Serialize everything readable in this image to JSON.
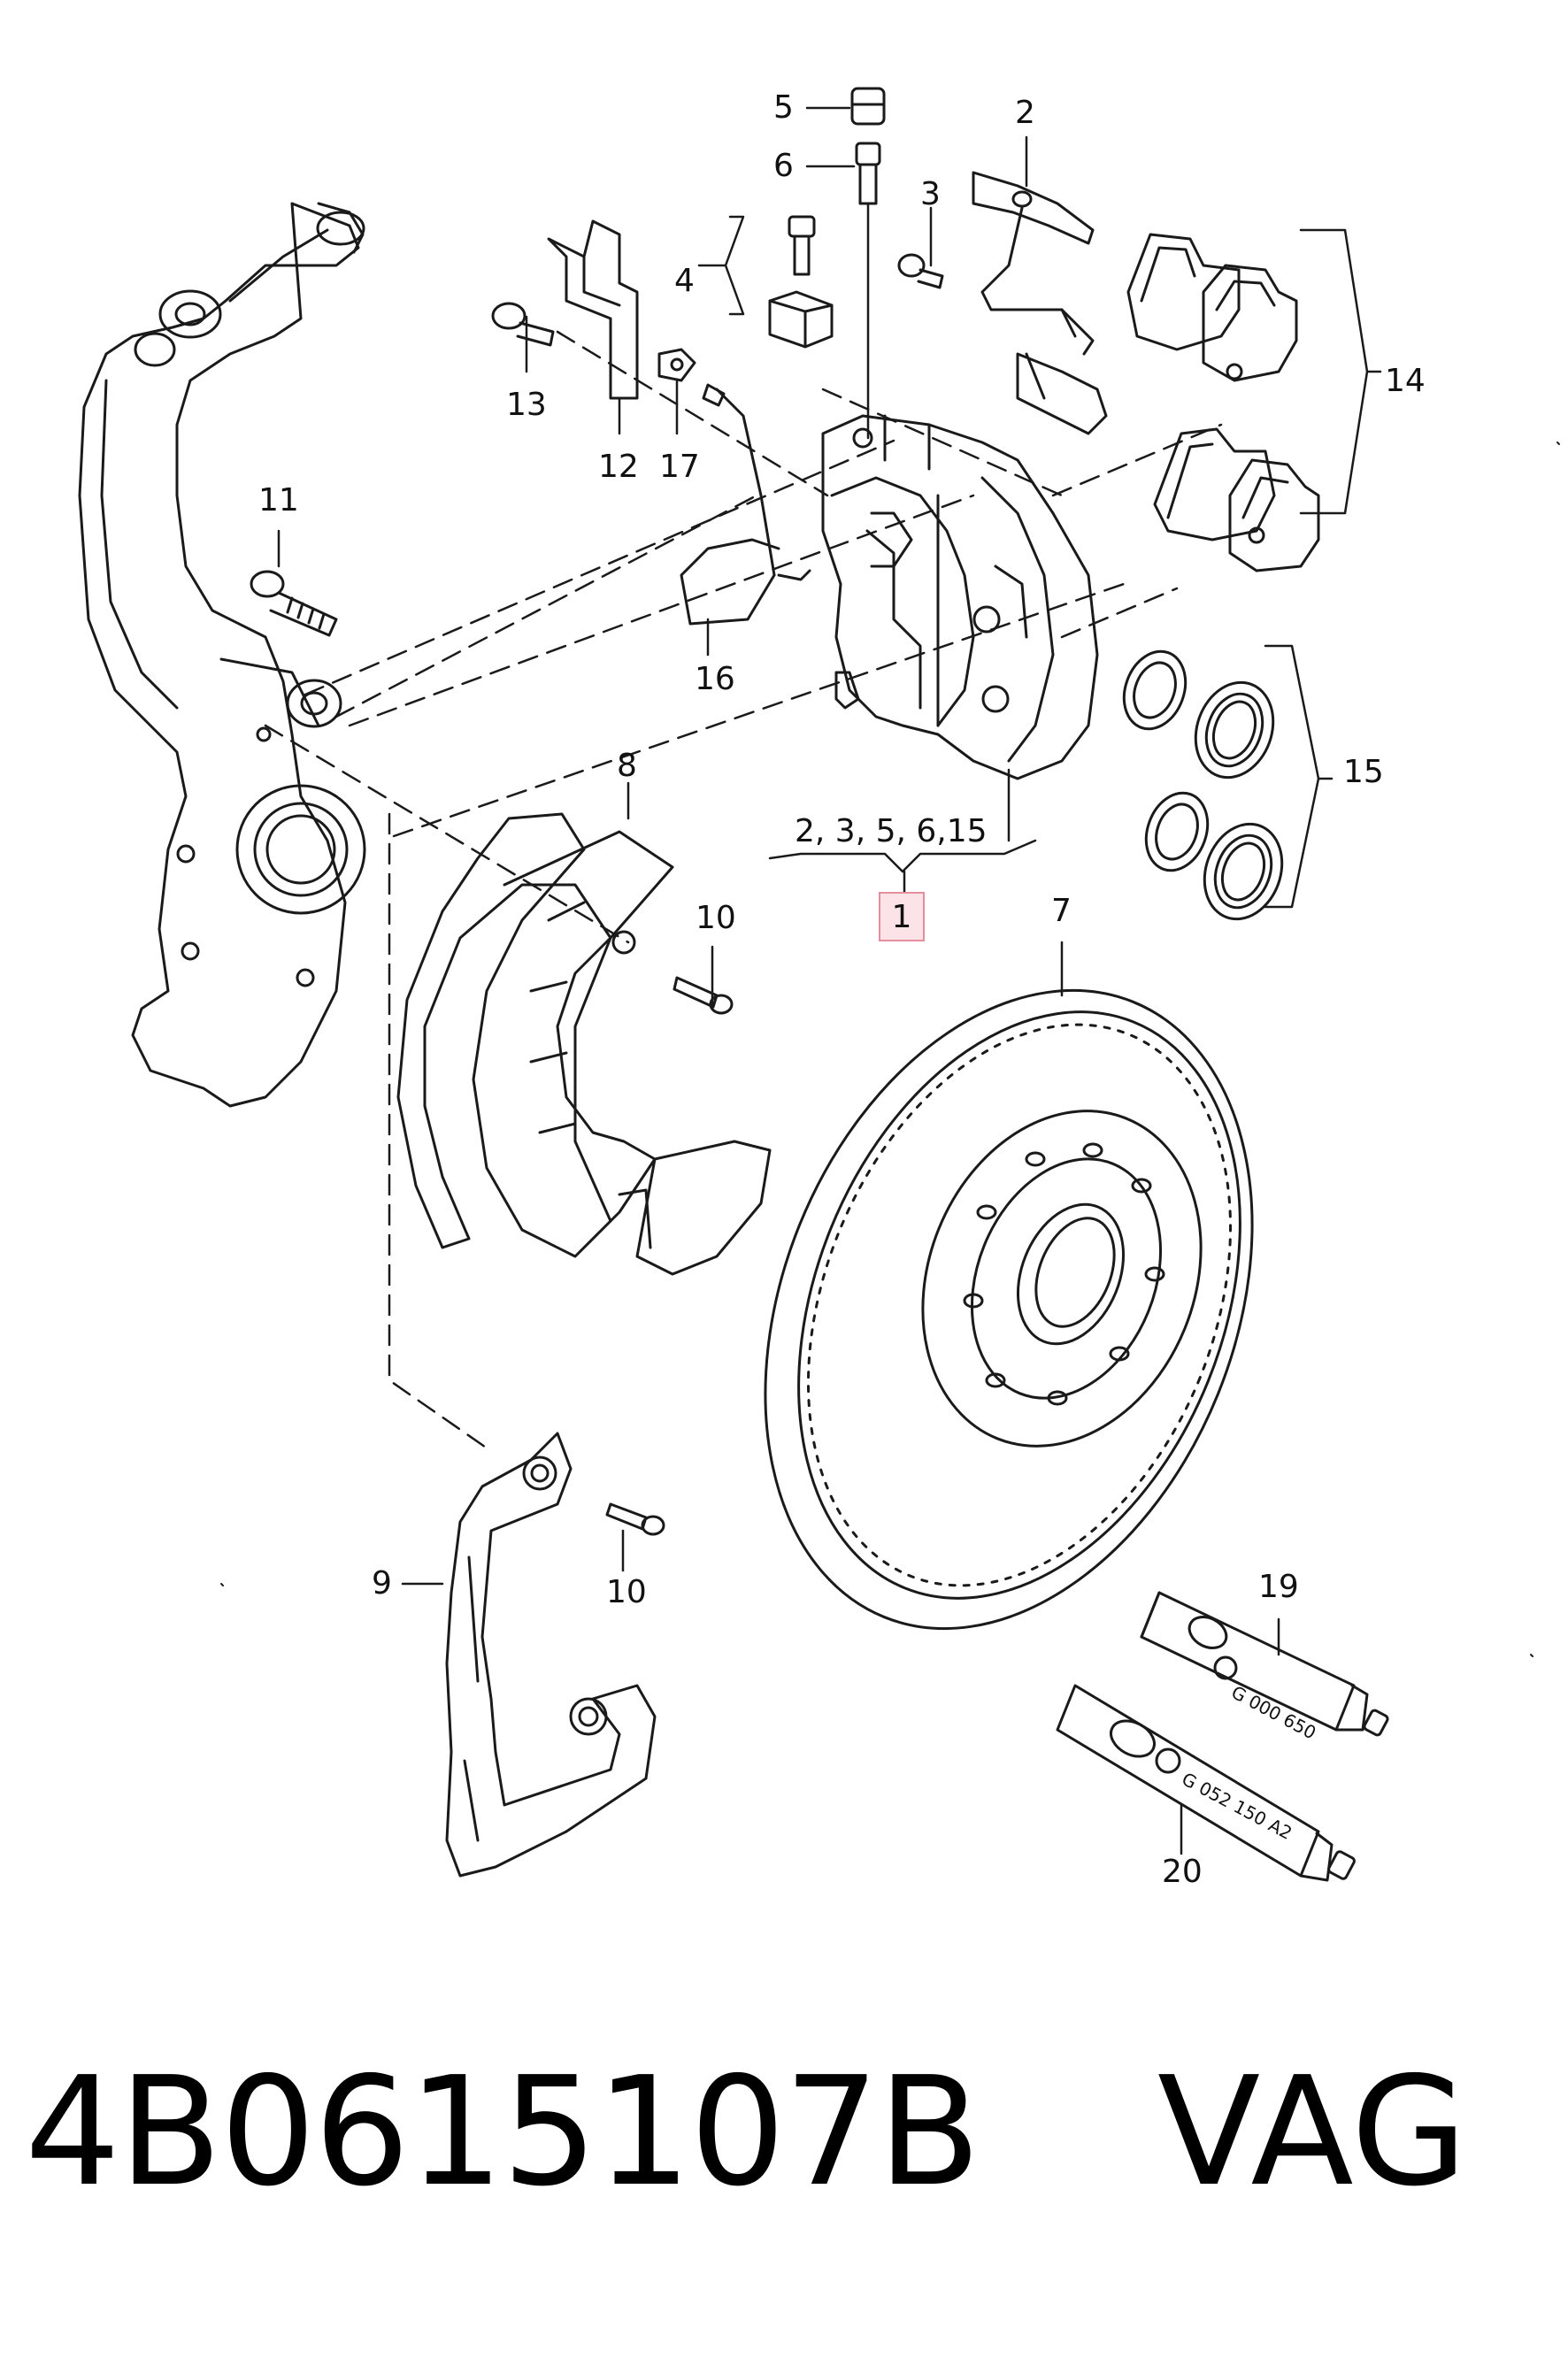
{
  "callouts": {
    "c1": "1",
    "c2": "2",
    "c3": "3",
    "c4": "4",
    "c5": "5",
    "c6": "6",
    "c7": "7",
    "c8": "8",
    "c9": "9",
    "c10a": "10",
    "c10b": "10",
    "c11": "11",
    "c12": "12",
    "c13": "13",
    "c14": "14",
    "c15": "15",
    "c16": "16",
    "c17": "17",
    "c19": "19",
    "c20": "20",
    "group": "2, 3, 5, 6,15"
  },
  "tube_labels": {
    "t19": "G 000 650",
    "t20": "G 052 150 A2"
  },
  "footer": {
    "part_number": "4B0615107B",
    "brand": "VAG"
  },
  "colors": {
    "line": "#1a1a1a",
    "highlight_fill": "#fbe3e7",
    "highlight_border": "#e38f9d"
  }
}
